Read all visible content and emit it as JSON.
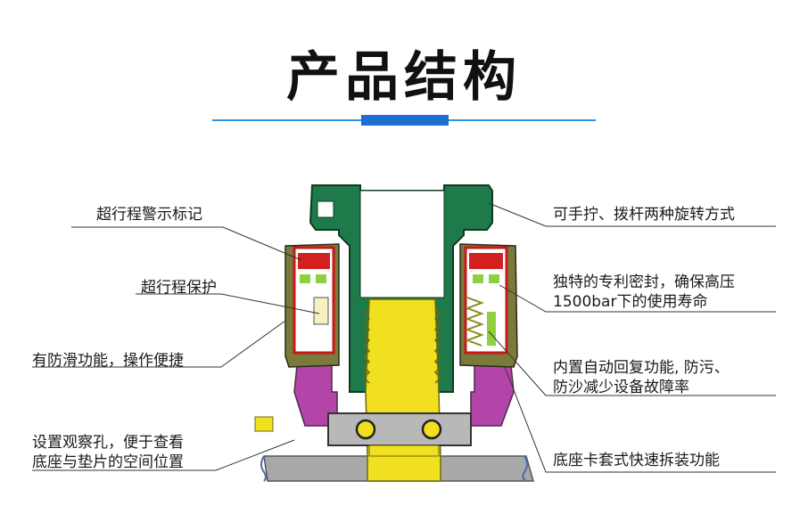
{
  "title": "产品结构",
  "labels": {
    "l1": "超行程警示标记",
    "l2": "超行程保护",
    "l3": "有防滑功能，操作便捷",
    "l4a": "设置观察孔，便于查看",
    "l4b": "底座与垫片的空间位置",
    "r1": "可手拧、拨杆两种旋转方式",
    "r2a": "独特的专利密封，确保高压",
    "r2b": "1500bar下的使用寿命",
    "r3a": "内置自动回复功能, 防污、",
    "r3b": "防沙减少设备故障率",
    "r4": "底座卡套式快速拆装功能"
  },
  "colors": {
    "green": "#1e7a4a",
    "olive": "#7a7a3a",
    "magenta": "#b445a8",
    "yellow": "#f0e020",
    "red": "#d22020",
    "gray": "#a8a8a8",
    "blue": "#2f8fe0"
  }
}
